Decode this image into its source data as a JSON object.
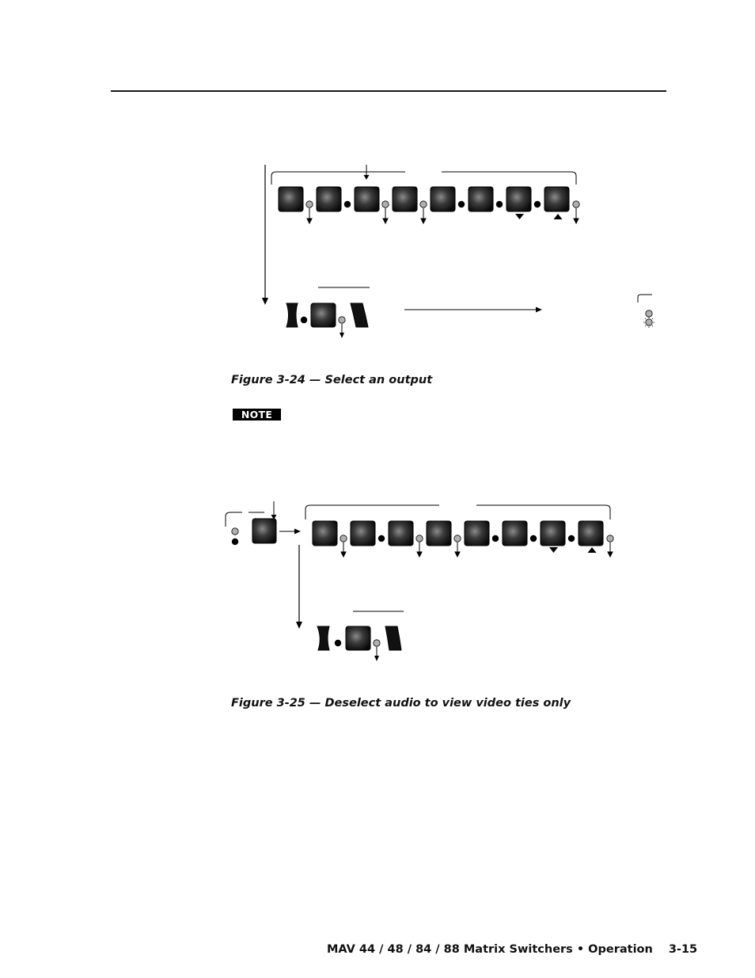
{
  "figure_24": {
    "caption": "Figure 3-24 — Select an output"
  },
  "note_badge": "NOTE",
  "figure_25": {
    "caption": "Figure 3-25 — Deselect audio to view video ties only"
  },
  "footer": {
    "title": "MAV 44 / 48 / 84 / 88 Matrix Switchers • Operation",
    "page": "3-15"
  },
  "colors": {
    "button": "#101010",
    "led_off": "#b0b0b0",
    "led_on": "#000000",
    "rule": "#1a1a1a"
  },
  "icons": [
    "down-arrow-indicator",
    "up-arrow-indicator",
    "led-lit-icon"
  ]
}
